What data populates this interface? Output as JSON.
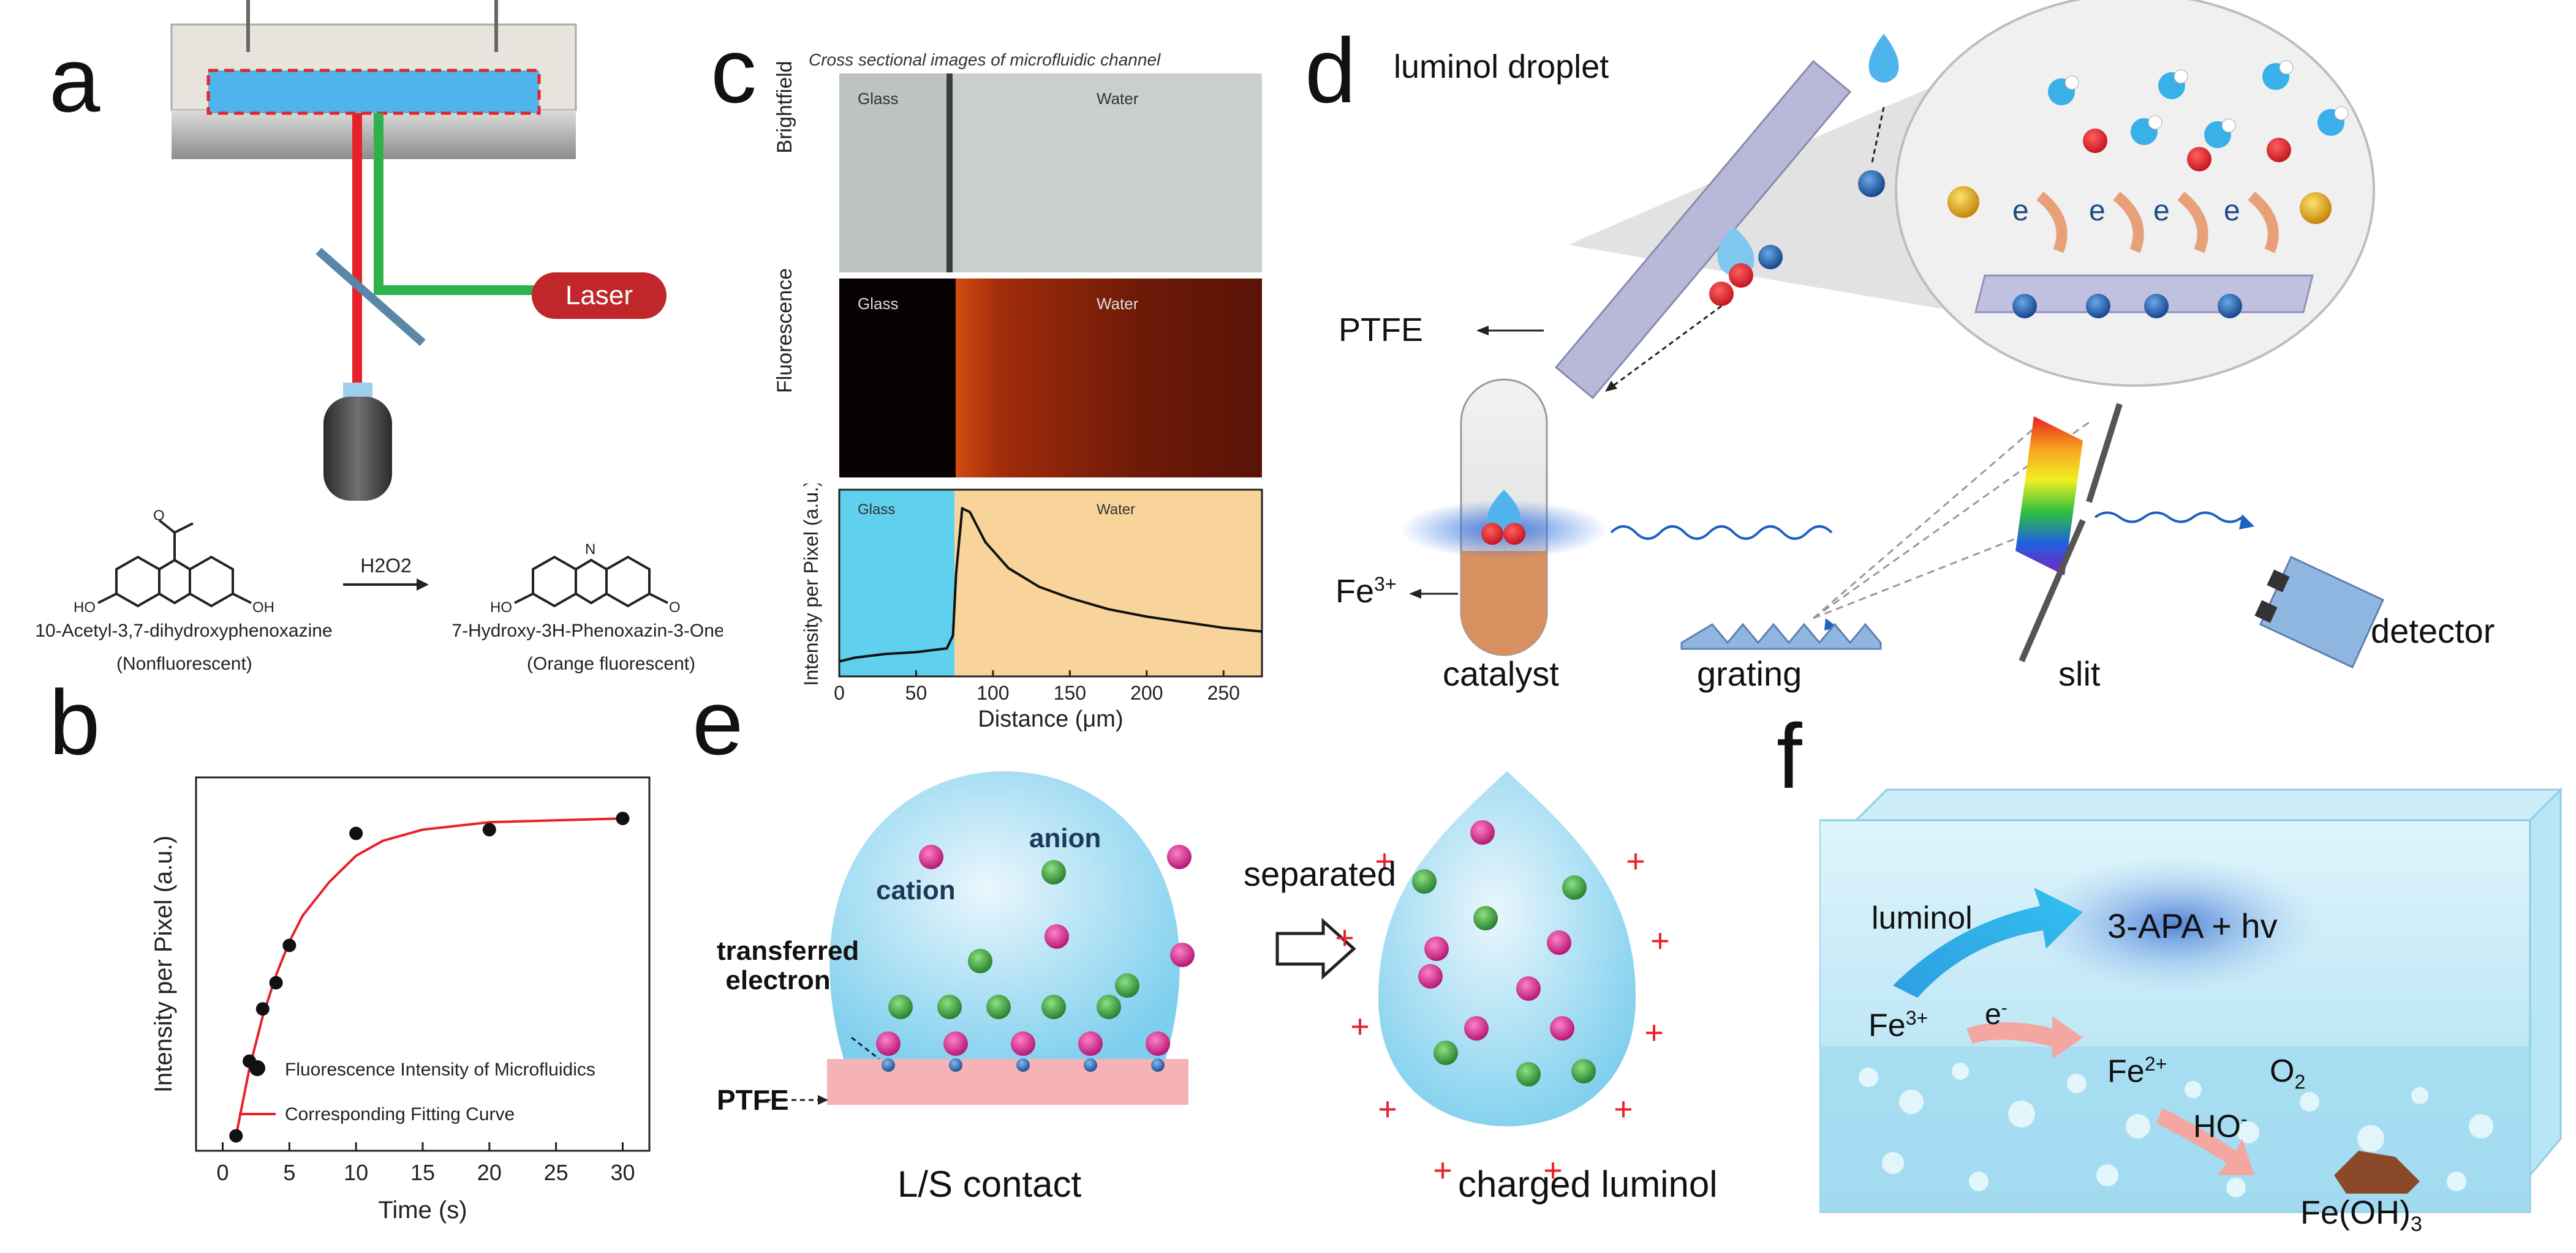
{
  "panels": {
    "a": {
      "letter": "a",
      "laser_label": "Laser",
      "reactant_name": "10-Acetyl-3,7-dihydroxyphenoxazine",
      "reactant_desc": "(Nonfluorescent)",
      "reagent": "H2O2",
      "product_name": "7-Hydroxy-3H-Phenoxazin-3-One",
      "product_desc": "(Orange fluorescent)",
      "atom_ho": "HO",
      "atom_oh": "OH",
      "atom_o": "O",
      "atom_n": "N",
      "colors": {
        "stage": "#8a8a8a",
        "chip": "#4fb4ec",
        "red_beam": "#e8202a",
        "green_beam": "#2fb24c",
        "laser": "#c0262a"
      }
    },
    "b": {
      "letter": "b",
      "legend": [
        "Fluorescence Intensity of Microfluidics",
        "Corresponding Fitting Curve"
      ]
    },
    "c": {
      "letter": "c",
      "title": "Cross sectional images of microfluidic channel",
      "row_labels": [
        "Brightfield",
        "Fluorescence",
        "Intensity per Pixel (a.u.)"
      ],
      "region_glass": "Glass",
      "region_water": "Water",
      "colors": {
        "glass_fill": "#5fd0ee",
        "water_fill": "#f8d49a"
      }
    },
    "d": {
      "letter": "d",
      "luminol_droplet": "luminol droplet",
      "ptfe": "PTFE",
      "fe3": "Fe",
      "fe3_sup": "3+",
      "catalyst": "catalyst",
      "grating": "grating",
      "slit": "slit",
      "detector": "detector",
      "electron": "e",
      "electron_sup": "-"
    },
    "e": {
      "letter": "e",
      "anion": "anion",
      "cation": "cation",
      "transferred_electron": "transferred electron",
      "ptfe": "PTFE",
      "separated": "separated",
      "ls_contact": "L/S contact",
      "charged_luminol": "charged luminol",
      "plus": "+",
      "minus": "-"
    },
    "f": {
      "letter": "f",
      "luminol": "luminol",
      "product": "3-APA + hv",
      "fe3": "Fe",
      "fe3_sup": "3+",
      "electron": "e",
      "electron_sup": "-",
      "fe2": "Fe",
      "fe2_sup": "2+",
      "o2": "O",
      "o2_sub": "2",
      "ho": "HO",
      "ho_sup": "-",
      "feoh3": "Fe(OH)",
      "feoh3_sub": "3"
    }
  },
  "chart_data": [
    {
      "type": "scatter",
      "panel": "b",
      "xlabel": "Time (s)",
      "ylabel": "Intensity per Pixel (a.u.)",
      "xlim": [
        -2,
        32
      ],
      "xticks": [
        0,
        5,
        10,
        15,
        20,
        25,
        30
      ],
      "series": [
        {
          "name": "Fluorescence Intensity of Microfluidics",
          "x": [
            1,
            2,
            3,
            4,
            5,
            10,
            20,
            30
          ],
          "y": [
            0.04,
            0.24,
            0.38,
            0.45,
            0.55,
            0.85,
            0.86,
            0.89
          ]
        },
        {
          "name": "Corresponding Fitting Curve",
          "x": [
            1,
            2,
            3,
            4,
            5,
            6,
            8,
            10,
            12,
            15,
            20,
            25,
            30
          ],
          "y": [
            0.04,
            0.22,
            0.36,
            0.47,
            0.56,
            0.63,
            0.72,
            0.79,
            0.83,
            0.86,
            0.88,
            0.885,
            0.89
          ]
        }
      ]
    },
    {
      "type": "line",
      "panel": "c",
      "xlabel": "Distance (μm)",
      "ylabel": "Intensity per Pixel (a.u.)",
      "xlim": [
        0,
        275
      ],
      "xticks": [
        0,
        50,
        100,
        150,
        200,
        250
      ],
      "series": [
        {
          "name": "",
          "x": [
            0,
            10,
            30,
            50,
            70,
            74,
            76,
            80,
            85,
            95,
            110,
            130,
            150,
            175,
            200,
            225,
            250,
            275
          ],
          "y": [
            0.08,
            0.1,
            0.12,
            0.13,
            0.15,
            0.22,
            0.55,
            0.9,
            0.88,
            0.72,
            0.58,
            0.48,
            0.42,
            0.36,
            0.32,
            0.29,
            0.26,
            0.24
          ]
        }
      ]
    }
  ]
}
